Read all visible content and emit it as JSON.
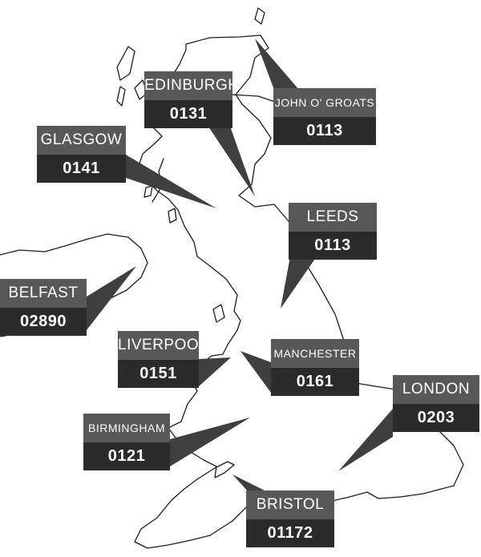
{
  "map": {
    "colors": {
      "label_bg": "#585858",
      "code_bg": "#2b2b2b",
      "text": "#ffffff",
      "outline": "#1c1c1c"
    },
    "callouts": [
      {
        "id": "edinburgh",
        "city": "EDINBURGH",
        "code": "0131"
      },
      {
        "id": "john-o-groats",
        "city": "JOHN O' GROATS",
        "code": "0113"
      },
      {
        "id": "glasgow",
        "city": "GLASGOW",
        "code": "0141"
      },
      {
        "id": "leeds",
        "city": "LEEDS",
        "code": "0113"
      },
      {
        "id": "belfast",
        "city": "BELFAST",
        "code": "02890"
      },
      {
        "id": "liverpool",
        "city": "LIVERPOOL",
        "code": "0151"
      },
      {
        "id": "manchester",
        "city": "MANCHESTER",
        "code": "0161"
      },
      {
        "id": "london",
        "city": "LONDON",
        "code": "0203"
      },
      {
        "id": "birmingham",
        "city": "BIRMINGHAM",
        "code": "0121"
      },
      {
        "id": "bristol",
        "city": "BRISTOL",
        "code": "01172"
      }
    ]
  }
}
